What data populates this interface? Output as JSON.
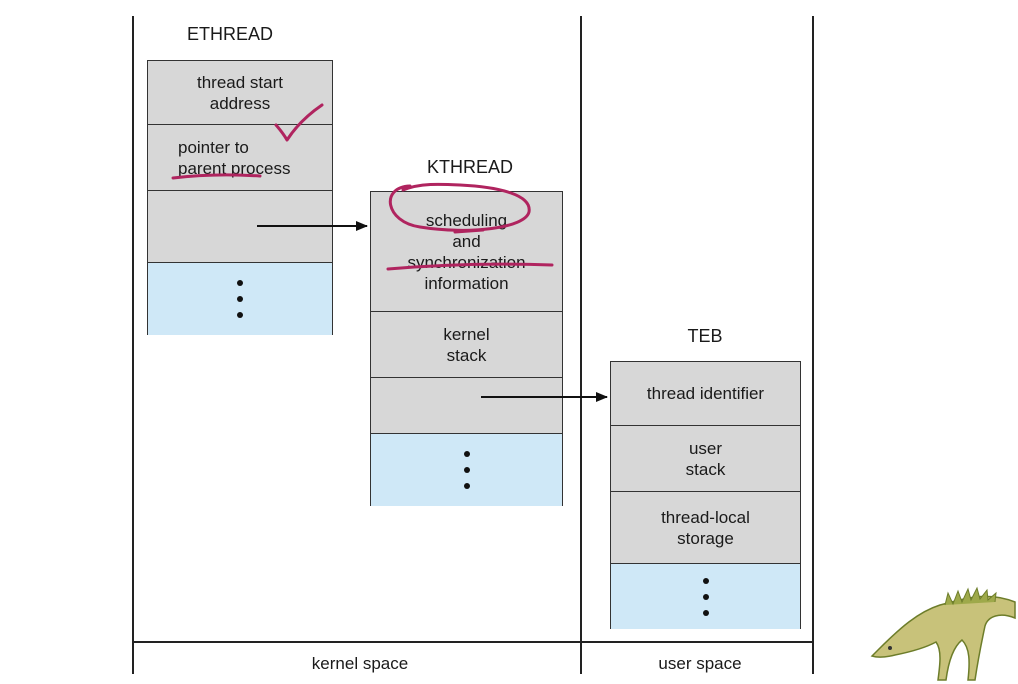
{
  "ethread": {
    "title": "ETHREAD",
    "fields": [
      "thread start\naddress",
      "pointer to\nparent process",
      "",
      "•\n•\n•"
    ]
  },
  "kthread": {
    "title": "KTHREAD",
    "fields": [
      "scheduling\nand\nsynchronization\ninformation",
      "kernel\nstack",
      "",
      "•\n•\n•"
    ]
  },
  "teb": {
    "title": "TEB",
    "fields": [
      "thread identifier",
      "user\nstack",
      "thread-local\nstorage",
      "•\n•\n•"
    ]
  },
  "footer": {
    "kernel_space": "kernel space",
    "user_space": "user space"
  },
  "colors": {
    "cell_gray": "#d7d7d7",
    "cell_blue": "#cfe8f7",
    "annotation_ink": "#b0245f"
  }
}
